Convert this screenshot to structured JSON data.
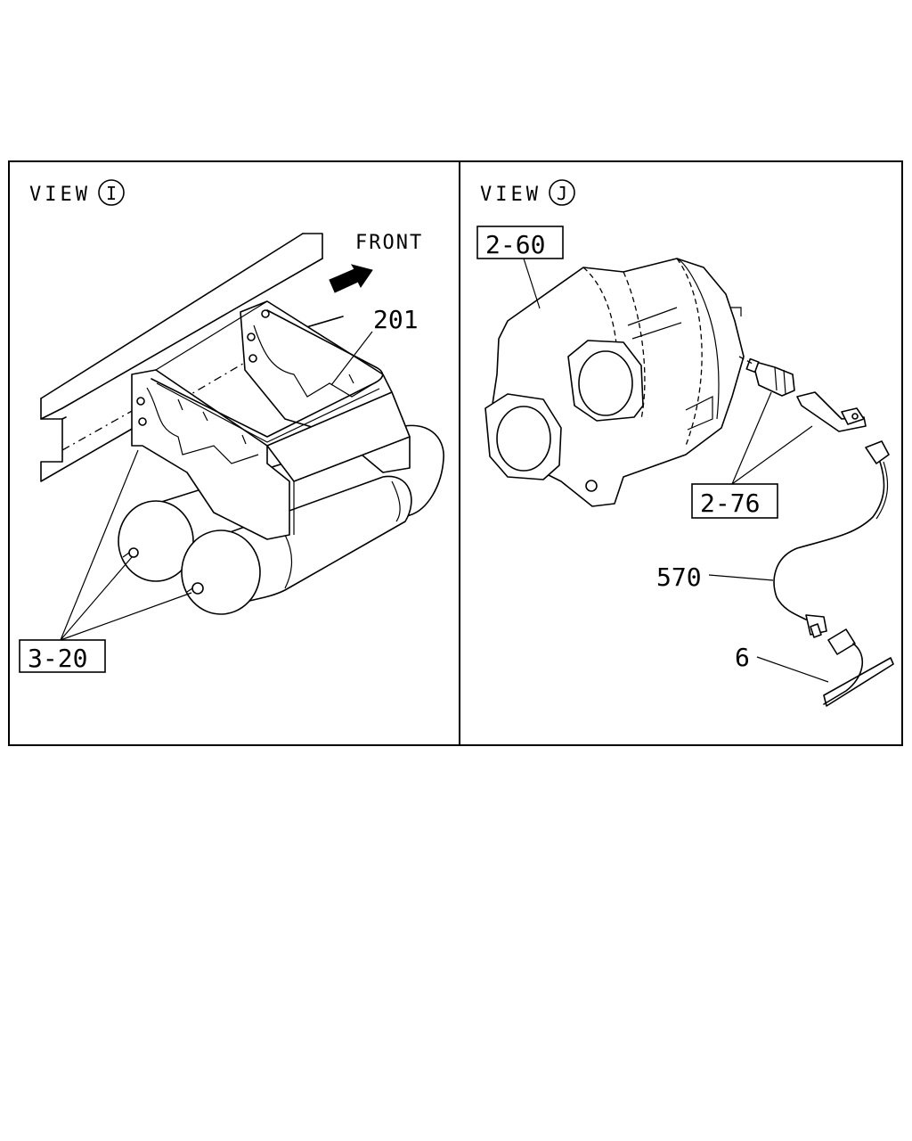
{
  "panels": [
    {
      "id": "view-i",
      "view_word": "VIEW",
      "view_letter": "I",
      "front_label": "FRONT",
      "callouts": [
        {
          "id": "201",
          "text": "201",
          "boxed": false
        },
        {
          "id": "3-20",
          "text": "3-20",
          "boxed": true
        }
      ]
    },
    {
      "id": "view-j",
      "view_word": "VIEW",
      "view_letter": "J",
      "callouts": [
        {
          "id": "2-60",
          "text": "2-60",
          "boxed": true
        },
        {
          "id": "2-76",
          "text": "2-76",
          "boxed": true
        },
        {
          "id": "570",
          "text": "570",
          "boxed": false
        },
        {
          "id": "6",
          "text": "6",
          "boxed": false
        }
      ]
    }
  ],
  "icons": {
    "front_arrow": "arrow-icon",
    "view_circle": "circle-letter-icon"
  }
}
